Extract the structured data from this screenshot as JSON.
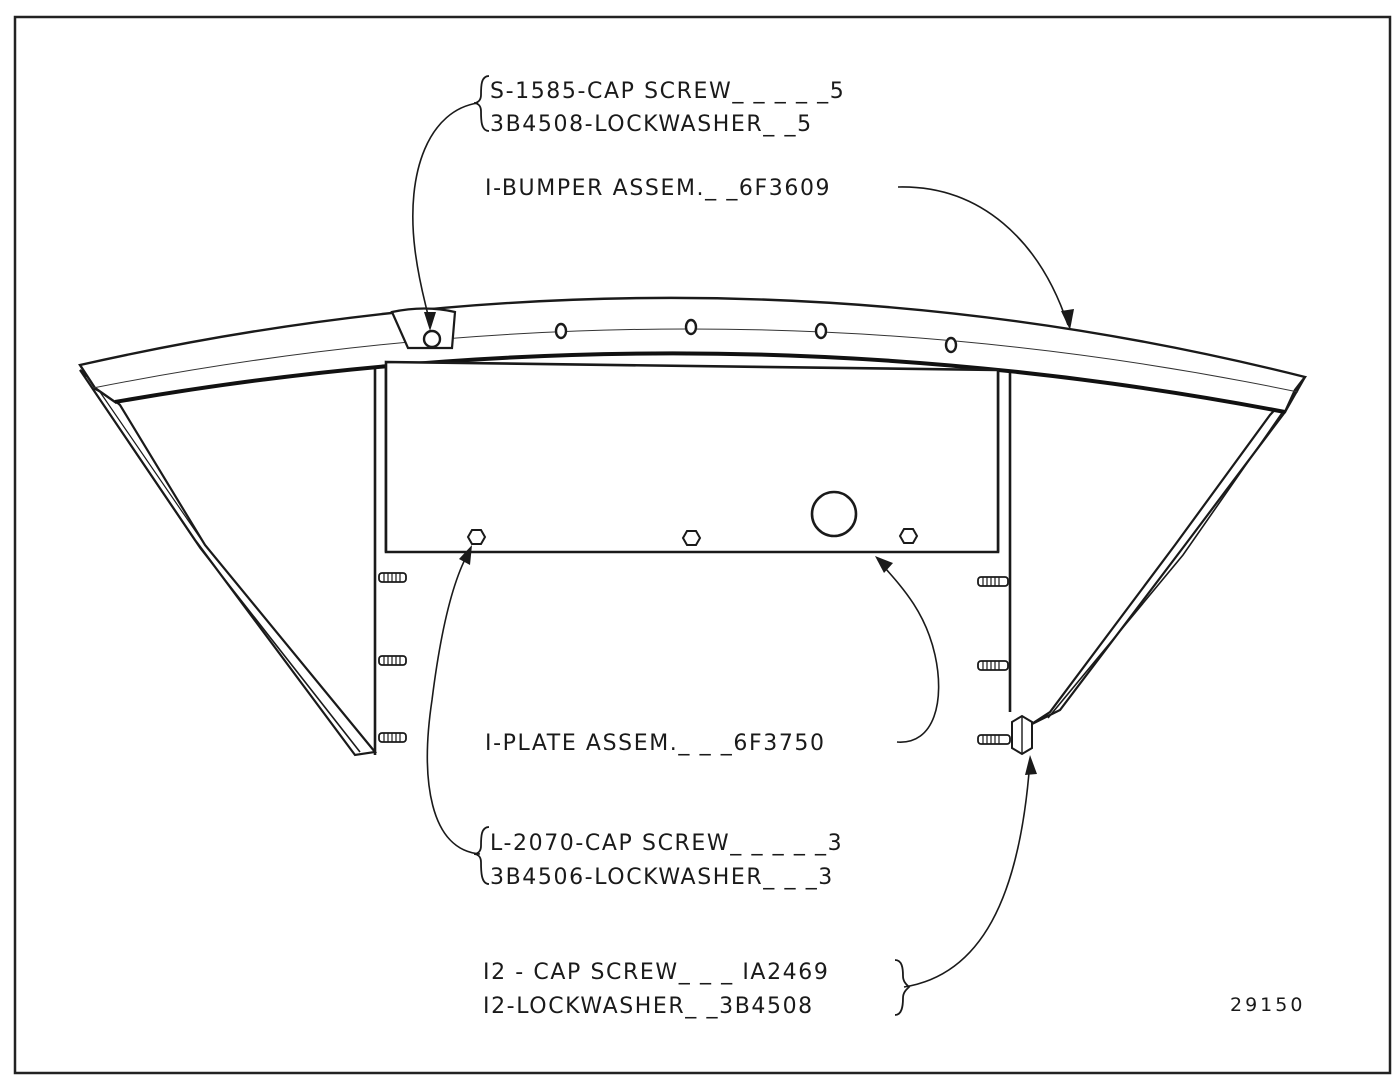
{
  "labels": {
    "upper_screws": {
      "line1": "S-1585-CAP SCREW_ _ _ _ _5",
      "line2": "3B4508-LOCKWASHER_ _5"
    },
    "bumper": "I-BUMPER ASSEM._ _6F3609",
    "plate": "I-PLATE ASSEM._ _ _6F3750",
    "plate_screws": {
      "line1": "L-2070-CAP SCREW_ _ _ _ _3",
      "line2": "3B4506-LOCKWASHER_ _ _3"
    },
    "side_screws": {
      "line1": "I2 - CAP SCREW_ _ _ IA2469",
      "line2": "I2-LOCKWASHER_ _3B4508"
    }
  },
  "figure_number": "29150"
}
